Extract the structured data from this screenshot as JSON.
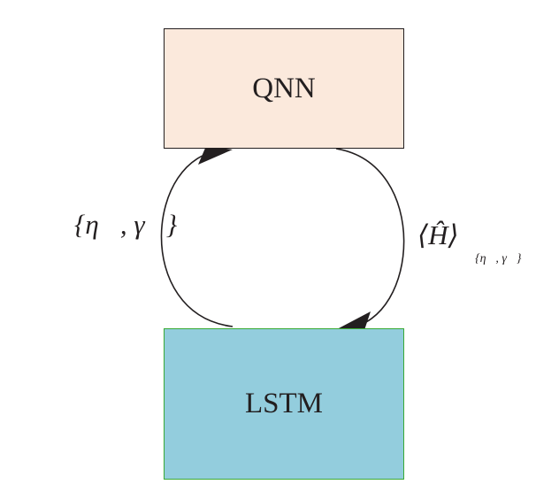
{
  "diagram": {
    "nodes": {
      "qnn": {
        "label": "QNN",
        "fill": "#fbe9dc",
        "stroke": "#231f20"
      },
      "lstm": {
        "label": "LSTM",
        "fill": "#93cddd",
        "stroke": "#3aaa35"
      }
    },
    "edges": {
      "lstm_to_qnn": {
        "label": "{η⃗, γ⃗}"
      },
      "qnn_to_lstm": {
        "label": "⟨Ĥ⟩",
        "subscript": "{η⃗, γ⃗}"
      }
    },
    "edge_color": "#231f20"
  }
}
